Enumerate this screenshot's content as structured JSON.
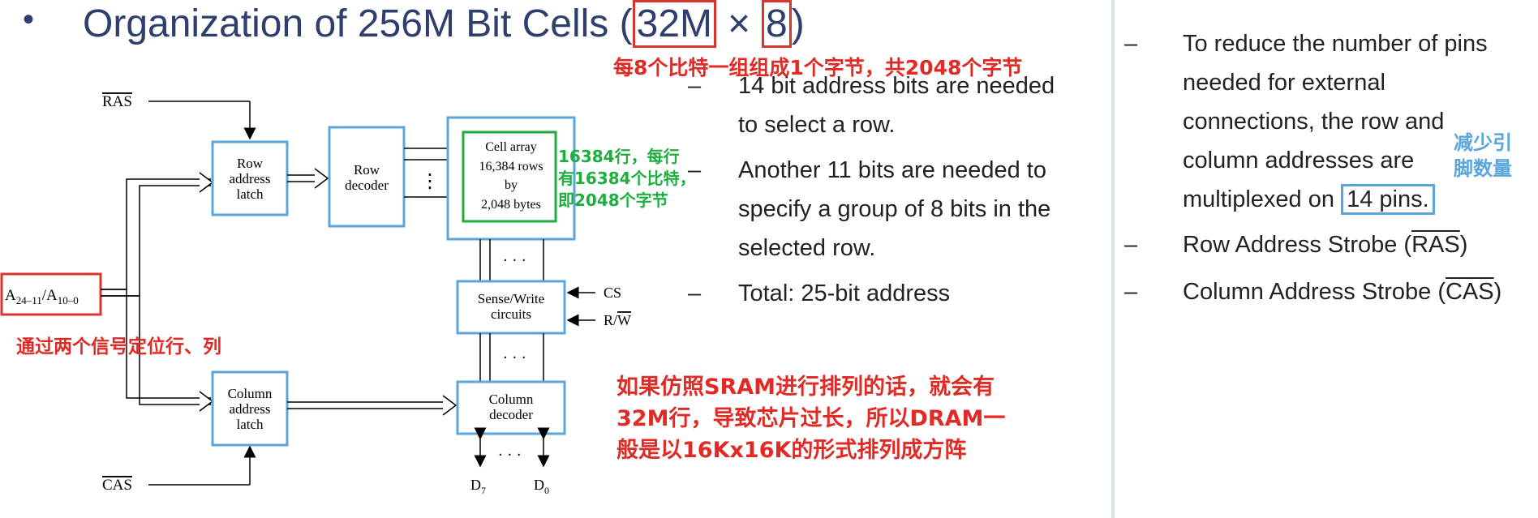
{
  "title": {
    "bullet": "•",
    "prefix": "Organization of 256M Bit Cells (",
    "rows_box": "32M",
    "times": "×",
    "width_box": "8",
    "suffix": ")"
  },
  "annotations": {
    "top_red": "每8个比特一组组成1个字节，共2048个字节",
    "green_line1": "16384行，每行",
    "green_line2": "有16384个比特，",
    "green_line3": "即2048个字节",
    "left_red": "通过两个信号定位行、列",
    "bottom_red_line1": "如果仿照SRAM进行排列的话，就会有",
    "bottom_red_line2": "32M行，导致芯片过长，所以DRAM一",
    "bottom_red_line3": "般是以16Kx16K的形式排列成方阵",
    "right_blue_line1": "减少引",
    "right_blue_line2": "脚数量"
  },
  "diagram": {
    "ras": "RAS",
    "cas": "CAS",
    "address": "A24–11/A10–0",
    "addr_main": "A",
    "addr_sub1": "24–11",
    "addr_slash": "/A",
    "addr_sub2": "10–0",
    "row_latch": [
      "Row",
      "address",
      "latch"
    ],
    "row_decoder": [
      "Row",
      "decoder"
    ],
    "cell_array": [
      "Cell array",
      "16,384 rows",
      "by",
      "2,048 bytes"
    ],
    "sense_write": [
      "Sense/Write",
      "circuits"
    ],
    "col_latch": [
      "Column",
      "address",
      "latch"
    ],
    "col_decoder": [
      "Column",
      "decoder"
    ],
    "cs": "CS",
    "rw_r": "R/",
    "rw_w": "W",
    "d7": "D",
    "d7_sub": "7",
    "d0": "D",
    "d0_sub": "0",
    "dots": "· · ·",
    "vdots": "⋮"
  },
  "middle_bullets": [
    {
      "dash": "–",
      "line1": "14 bit address bits are needed",
      "line2": "to select a row."
    },
    {
      "dash": "–",
      "line1": "Another 11 bits are needed to",
      "line2": "specify a group of 8 bits in the",
      "line3": "selected row."
    },
    {
      "dash": "–",
      "line1": "Total: 25-bit address"
    }
  ],
  "right_bullets": {
    "b1": {
      "dash": "–",
      "line1": "To reduce the number of pins",
      "line2": "needed for external",
      "line3": "connections, the row and",
      "line4": "column addresses are",
      "line5_pre": "multiplexed on ",
      "line5_box": "14 pins."
    },
    "b2": {
      "dash": "–",
      "pre": "Row Address Strobe (",
      "sig": "RAS",
      "post": ")"
    },
    "b3": {
      "dash": "–",
      "pre": "Column Address Strobe (",
      "sig": "CAS",
      "post": ")"
    }
  }
}
